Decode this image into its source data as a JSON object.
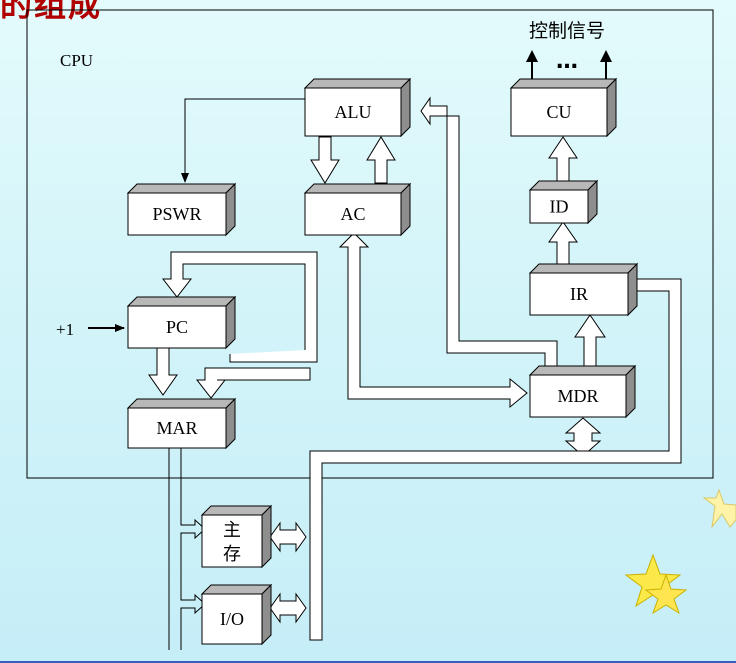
{
  "title": "的组成",
  "cpu_label": "CPU",
  "control_signals_label": "控制信号",
  "ellipsis": "…",
  "increment_label": "+1",
  "blocks": {
    "alu": "ALU",
    "ac": "AC",
    "pswr": "PSWR",
    "cu": "CU",
    "id": "ID",
    "ir": "IR",
    "pc": "PC",
    "mar": "MAR",
    "mdr": "MDR",
    "memory_line1": "主",
    "memory_line2": "存",
    "io": "I/O"
  }
}
